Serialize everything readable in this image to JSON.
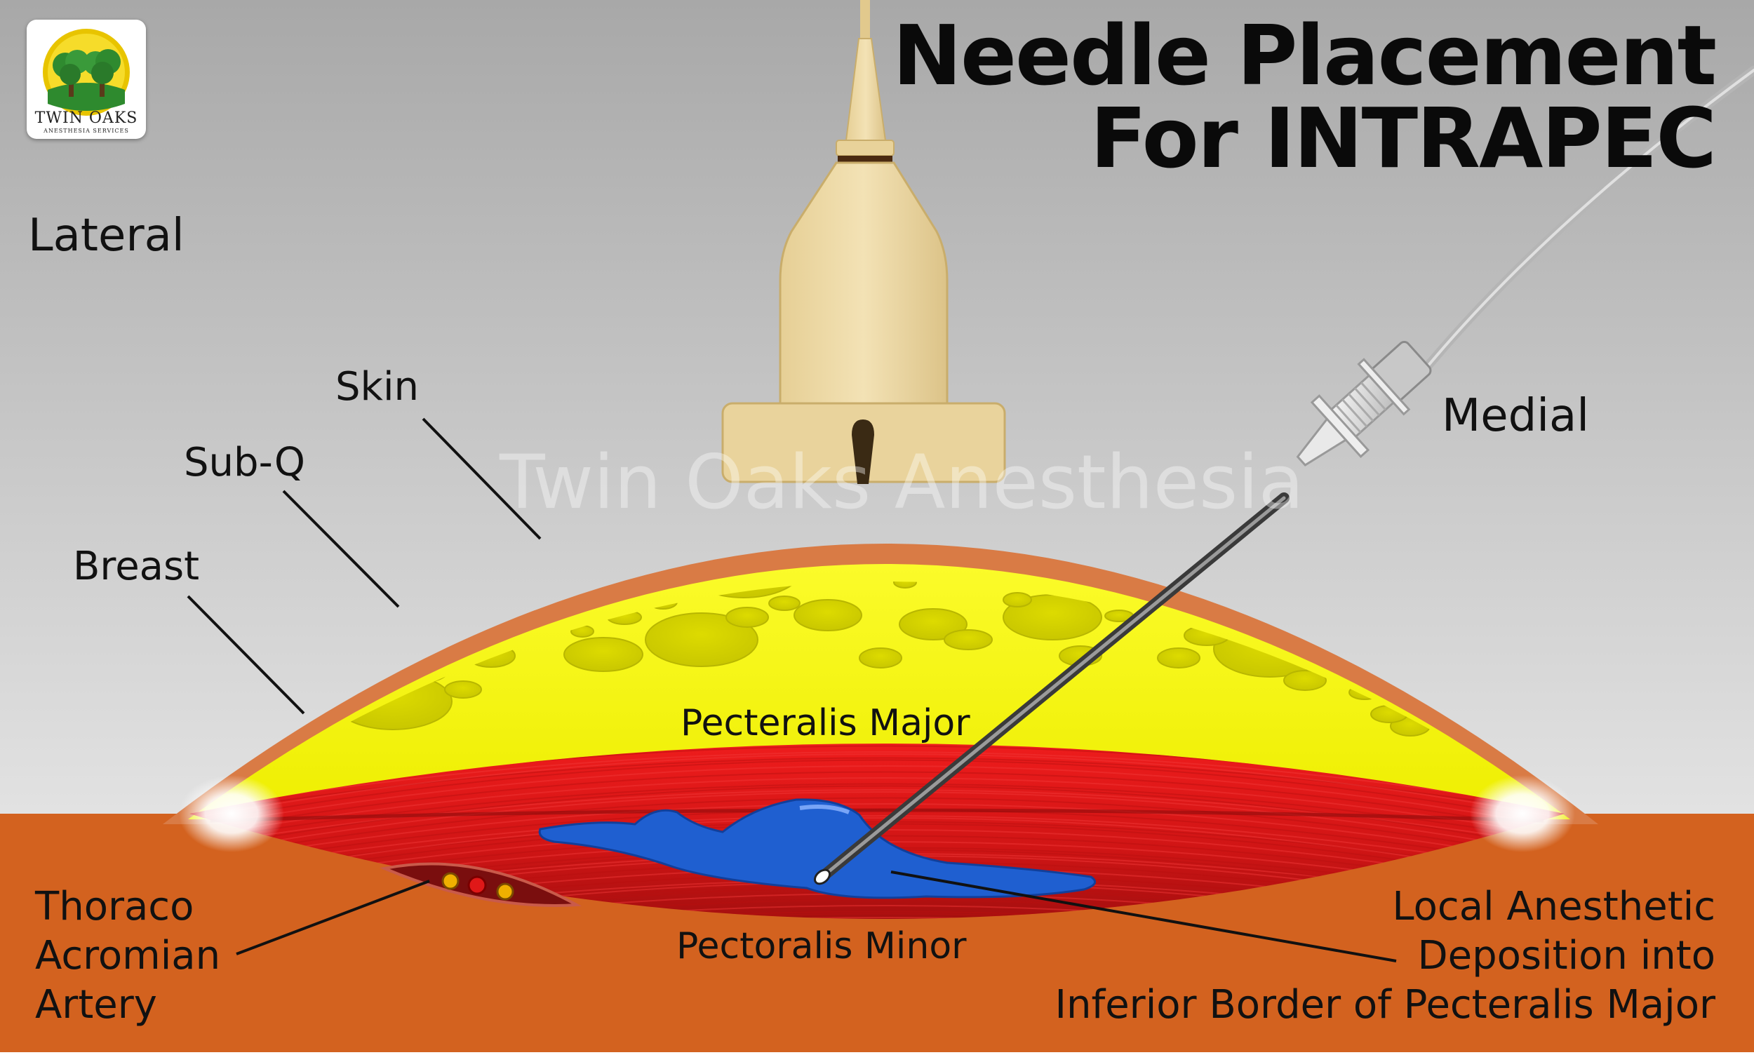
{
  "title": {
    "line1": "Needle Placement",
    "line2": "For INTRAPEC"
  },
  "watermark": "Twin Oaks Anesthesia",
  "logo": {
    "name": "TWIN OAKS",
    "subtitle": "ANESTHESIA SERVICES",
    "icon": "twin-oak-trees-icon"
  },
  "orientation": {
    "left": "Lateral",
    "right": "Medial"
  },
  "labels": {
    "skin": "Skin",
    "subq": "Sub-Q",
    "breast": "Breast",
    "pec_major": "Pecteralis Major",
    "pec_minor": "Pectoralis Minor",
    "artery": "Thoraco\nAcromian\nArtery",
    "anesthetic": "Local Anesthetic\nDeposition into\nInferior Border of Pecteralis Major"
  },
  "colors": {
    "background_top": "#a8a8a8",
    "background_bottom": "#f2f2f2",
    "chest_wall": "#d3621f",
    "skin": "#d97b45",
    "fat": "#f2f000",
    "fat_lobule": "#d6d400",
    "muscle": "#d71818",
    "anesthetic": "#1f5fd0",
    "probe": "#edd9a3"
  }
}
